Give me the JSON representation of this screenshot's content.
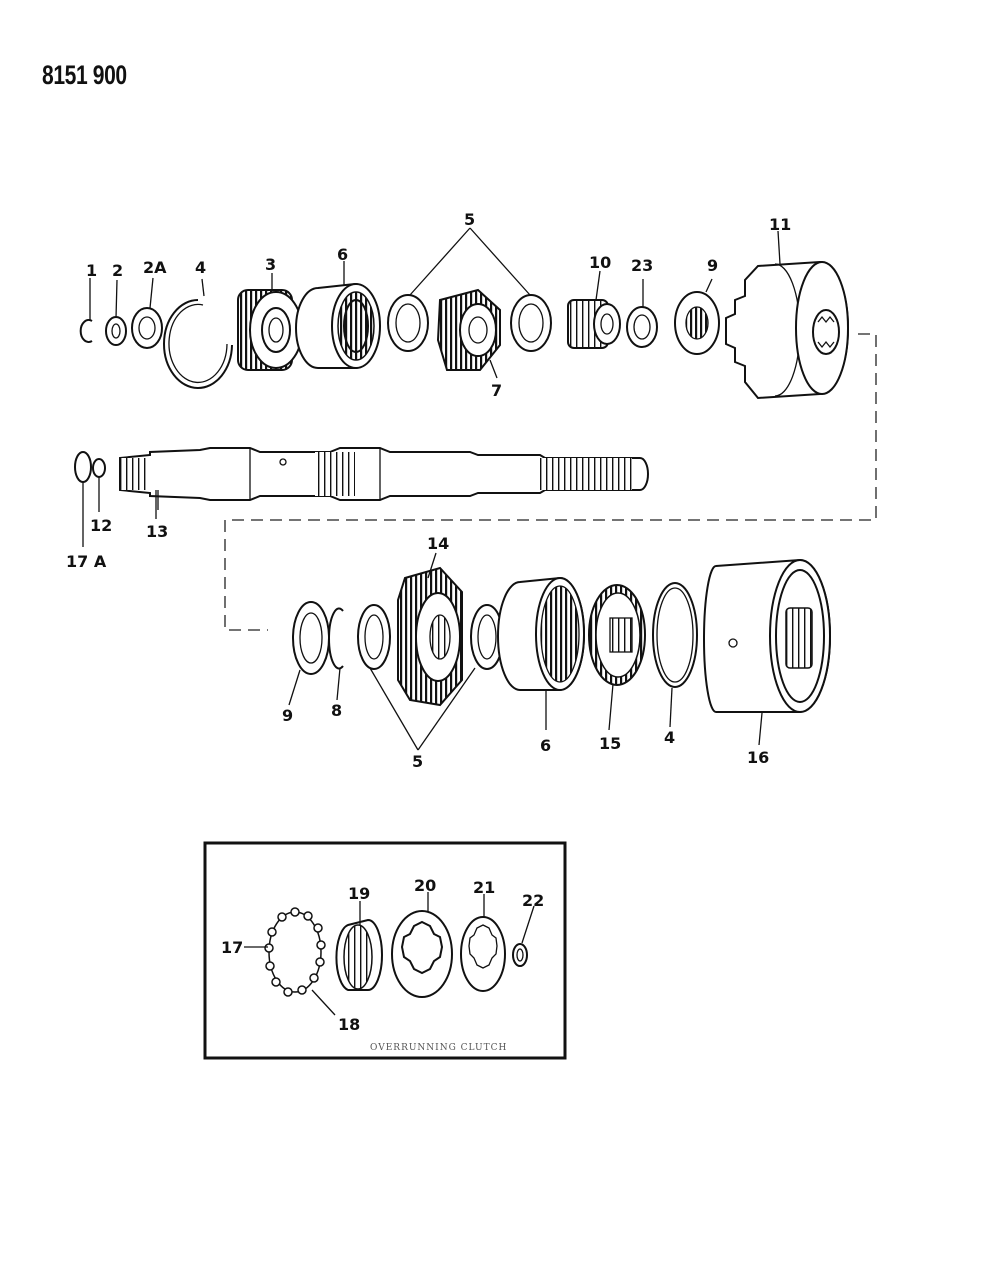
{
  "document_number": "8151 900",
  "inset_caption": "OVERRUNNING CLUTCH",
  "callouts": {
    "c1": "1",
    "c2": "2",
    "c2a": "2A",
    "c4": "4",
    "c3": "3",
    "c6": "6",
    "c5": "5",
    "c7": "7",
    "c10": "10",
    "c23": "23",
    "c9": "9",
    "c11": "11",
    "c17a": "17 A",
    "c12": "12",
    "c13": "13",
    "c14": "14",
    "c9b": "9",
    "c8": "8",
    "c5b": "5",
    "c6b": "6",
    "c15": "15",
    "c4b": "4",
    "c16": "16",
    "c17": "17",
    "c18": "18",
    "c19": "19",
    "c20": "20",
    "c21": "21",
    "c22": "22"
  }
}
